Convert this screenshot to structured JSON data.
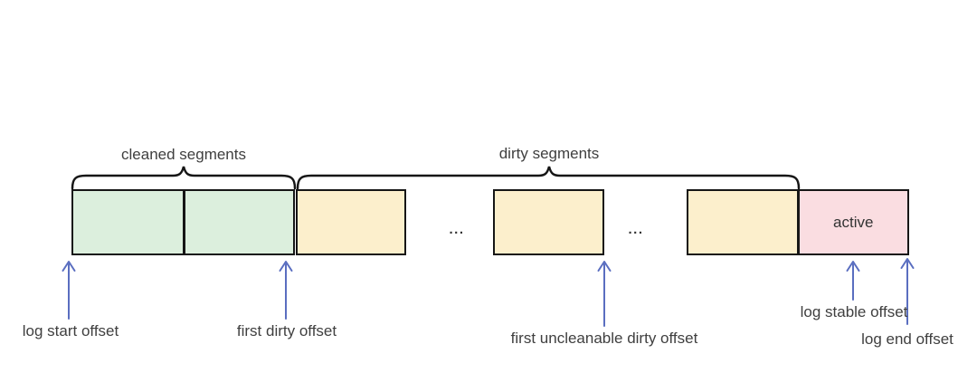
{
  "braces": {
    "cleaned": "cleaned segments",
    "dirty": "dirty segments"
  },
  "segments": {
    "active": "active",
    "ellipsis": "..."
  },
  "offsets": {
    "log_start": "log start offset",
    "first_dirty": "first dirty offset",
    "first_uncleanable": "first uncleanable dirty offset",
    "log_stable": "log stable offset",
    "log_end": "log end offset"
  },
  "colors": {
    "cleaned_fill": "#dcefdd",
    "dirty_fill": "#fcefcc",
    "active_fill": "#fadde1",
    "arrow": "#5a6ec0",
    "outline": "#161616",
    "text": "#3f3f3f"
  }
}
